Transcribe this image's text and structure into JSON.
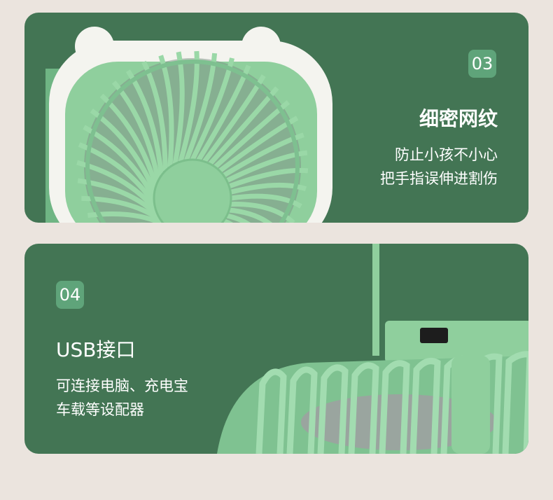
{
  "colors": {
    "background": "#ebe4de",
    "card": "#437554",
    "badge": "#5fa47a",
    "fan": "#8fcf9d"
  },
  "sections": [
    {
      "number": "03",
      "title": "细密网纹",
      "lines": [
        "防止小孩不小心",
        "把手指误伸进割伤"
      ]
    },
    {
      "number": "04",
      "title": "USB接口",
      "lines": [
        "可连接电脑、充电宝",
        "车载等设配器"
      ]
    }
  ]
}
